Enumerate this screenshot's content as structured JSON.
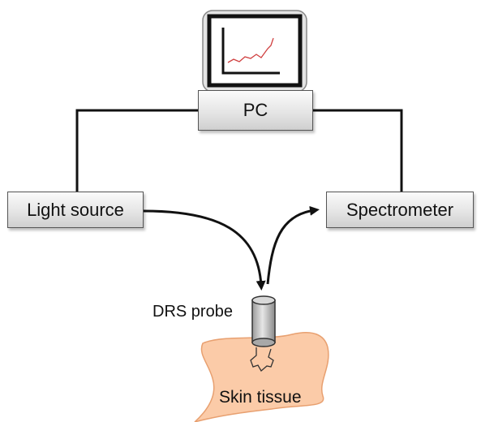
{
  "nodes": {
    "pc": "PC",
    "light_source": "Light source",
    "spectrometer": "Spectrometer",
    "probe": "DRS probe",
    "tissue": "Skin tissue"
  },
  "colors": {
    "box_border": "#555555",
    "line": "#111111",
    "monitor_trace": "#d04040",
    "tissue_fill": "#fbcba8",
    "tissue_stroke": "#e8a070",
    "probe_fill": "#c8c8c8"
  },
  "icons": {
    "monitor": "monitor-icon",
    "probe": "probe-icon"
  }
}
